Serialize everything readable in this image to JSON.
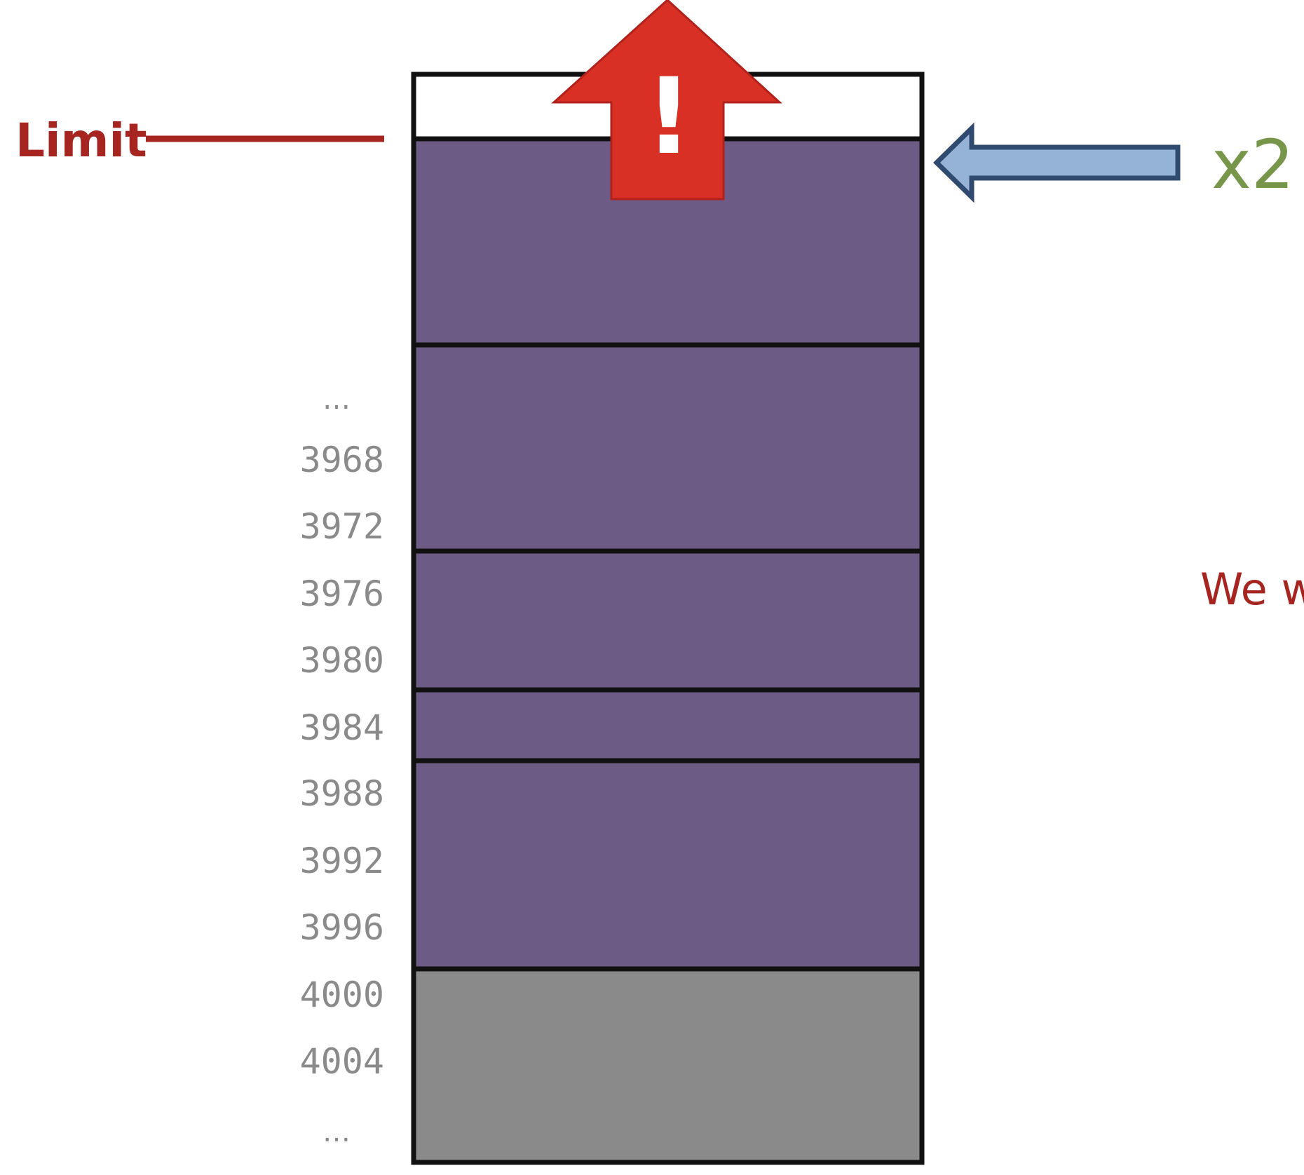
{
  "limit_label": "Limit",
  "multiplier_label": "x2",
  "note_text": "We w",
  "warning_symbol": "!",
  "addresses": [
    "…",
    "3968",
    "3972",
    "3976",
    "3980",
    "3984",
    "3988",
    "3992",
    "3996",
    "4000",
    "4004",
    "…"
  ],
  "colors": {
    "frame_used": "#6b5b85",
    "stack_base": "#8a8a8a",
    "free_space": "#ffffff",
    "limit_line": "#a72520",
    "warning_arrow": "#d93025",
    "push_arrow_fill": "#94b3d6",
    "push_arrow_stroke": "#2f4a6e",
    "multiplier": "#78964a",
    "address_text": "#8a8a8a"
  },
  "icons": {
    "warning_arrow": "up-arrow-exclamation-icon",
    "push_arrow": "left-arrow-icon"
  }
}
